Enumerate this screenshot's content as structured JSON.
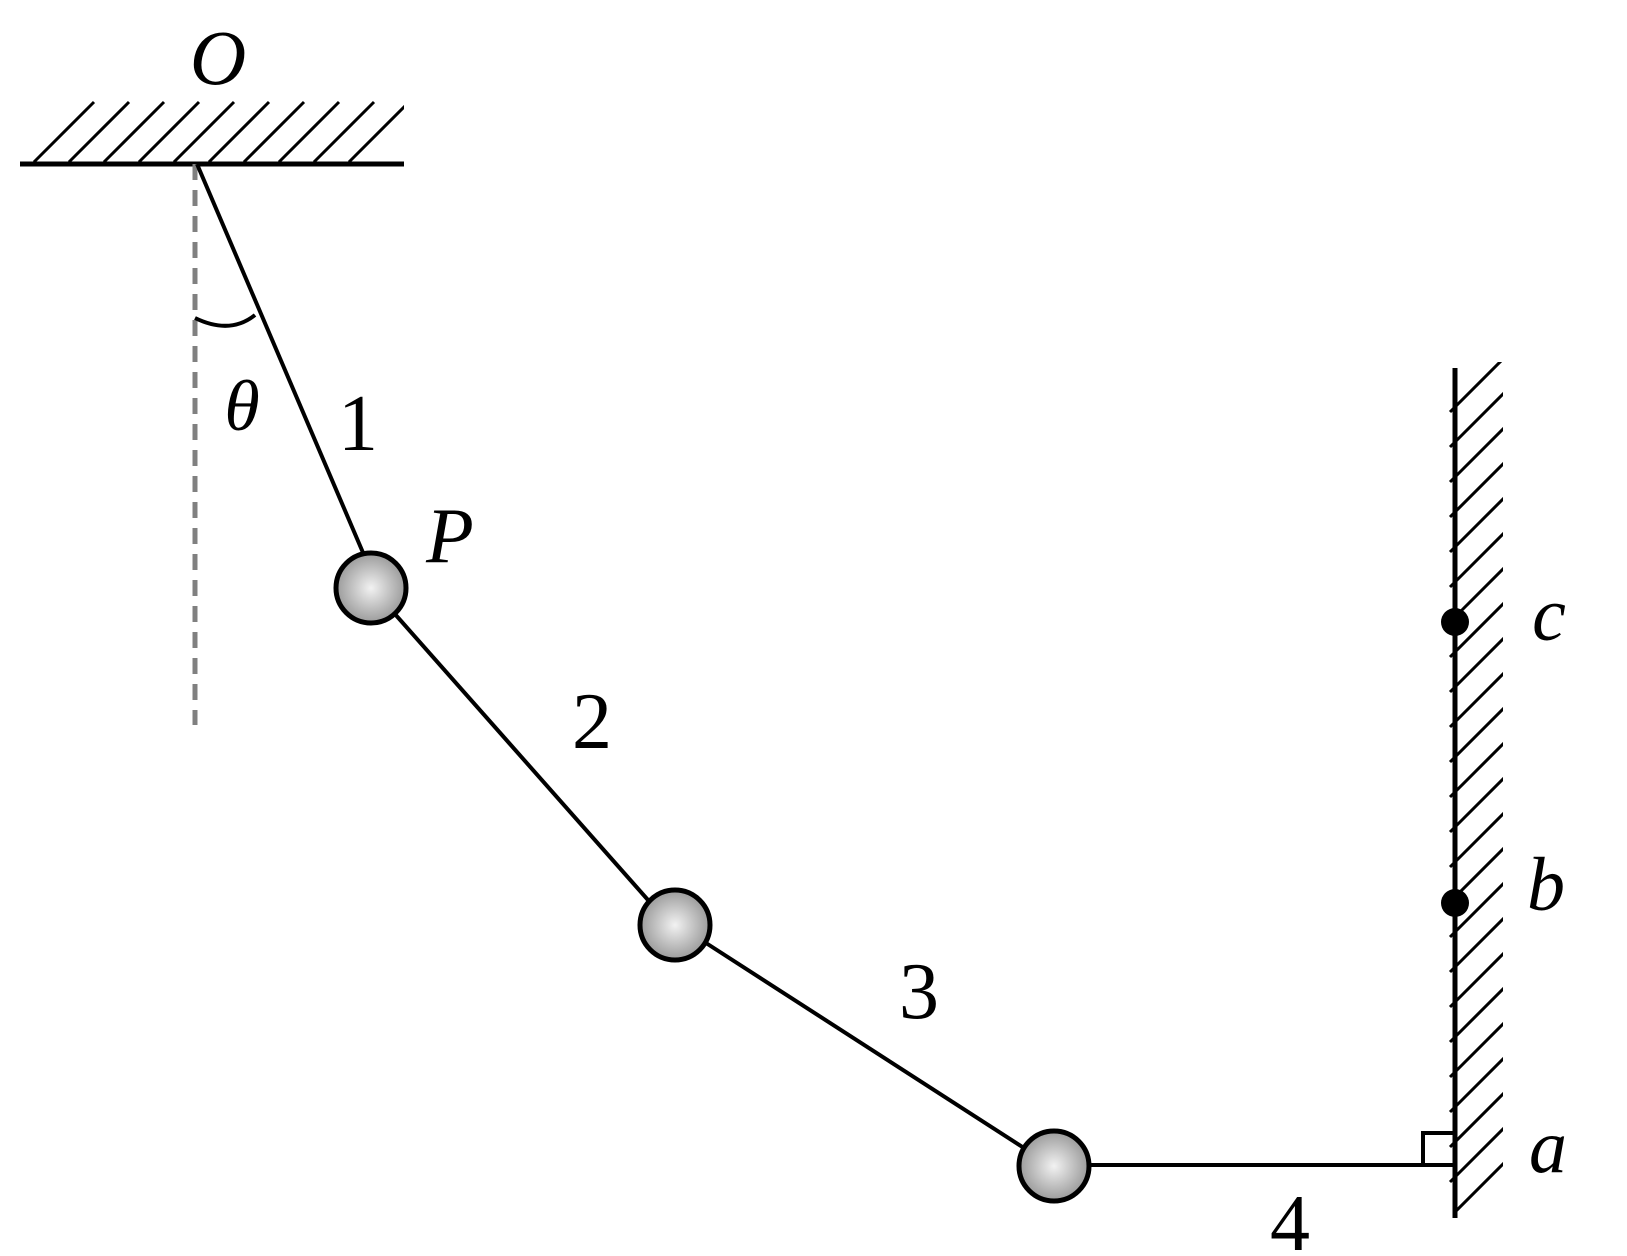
{
  "diagram": {
    "pivot_label": "O",
    "angle_label": "θ",
    "point_p_label": "P",
    "segment_labels": [
      "1",
      "2",
      "3",
      "4"
    ],
    "wall_point_labels": [
      "c",
      "b",
      "a"
    ]
  },
  "colors": {
    "ink": "#000000",
    "dashed_guide": "#808080",
    "ball_fill": "#b3b3b3",
    "ball_highlight": "#f2f2f2"
  }
}
